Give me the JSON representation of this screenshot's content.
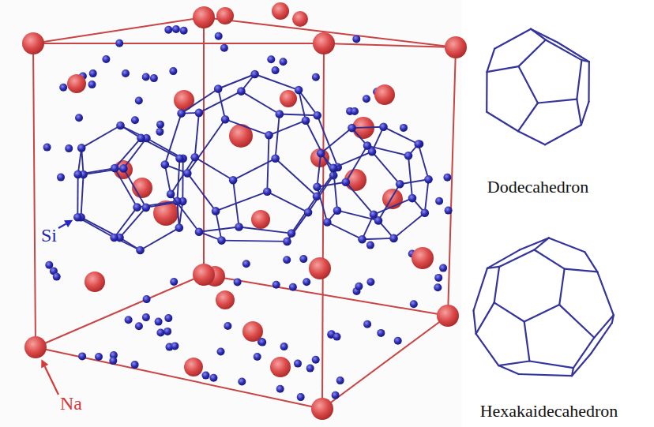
{
  "diagram": {
    "labels": [
      "Si",
      "Na",
      "Dodecahedron",
      "Hexakaidecahedron"
    ]
  }
}
